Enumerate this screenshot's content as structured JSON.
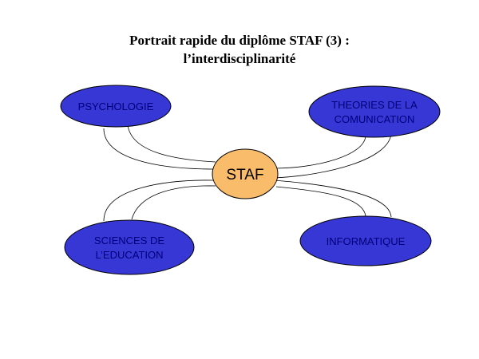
{
  "title": {
    "line1": "Portrait rapide du diplôme STAF (3) :",
    "line2": "l’interdisciplinarité"
  },
  "colors": {
    "outer_fill": "#3737d6",
    "outer_stroke": "#000000",
    "outer_text": "#00007a",
    "center_fill": "#f9bc6a",
    "center_stroke": "#000000",
    "center_text": "#000000",
    "connector_stroke": "#000000",
    "background": "#ffffff"
  },
  "center": {
    "label": "STAF"
  },
  "nodes": [
    {
      "id": "psychologie",
      "lines": [
        "PSYCHOLOGIE"
      ]
    },
    {
      "id": "theories",
      "lines": [
        "THEORIES DE LA",
        "COMUNICATION"
      ]
    },
    {
      "id": "sciences",
      "lines": [
        "SCIENCES DE",
        "L’EDUCATION"
      ]
    },
    {
      "id": "informatique",
      "lines": [
        "INFORMATIQUE"
      ]
    }
  ]
}
